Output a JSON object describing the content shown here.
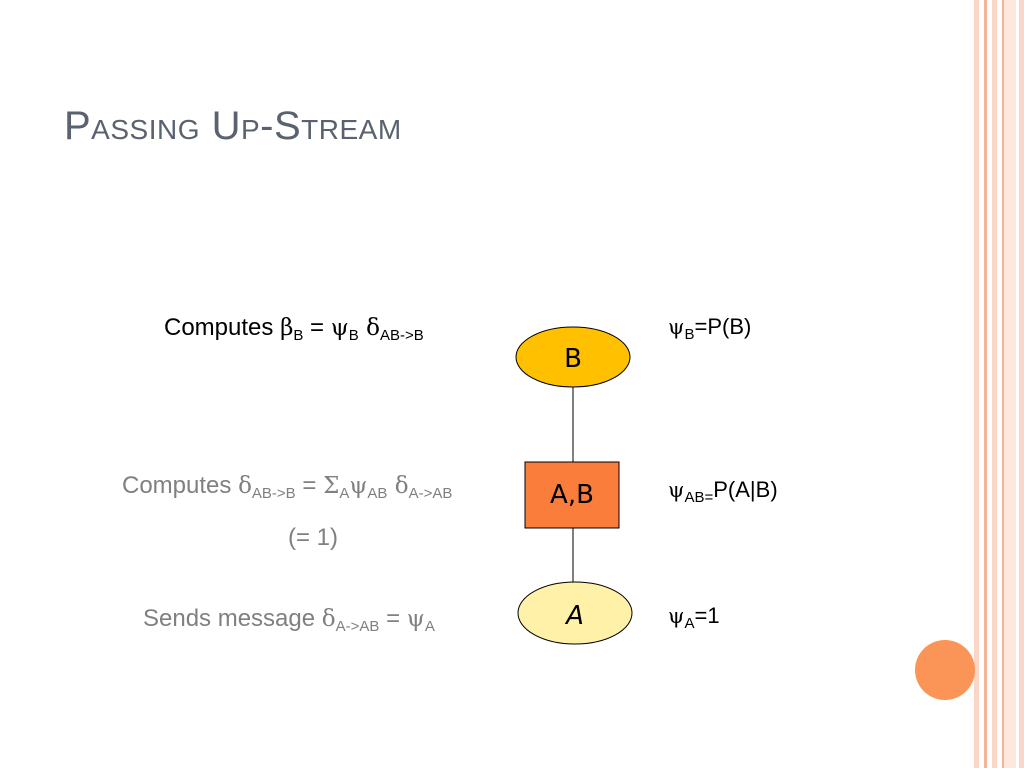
{
  "slide": {
    "title": "Passing Up-Stream"
  },
  "nodes": {
    "b": {
      "label": "B",
      "fill": "#ffc000"
    },
    "ab": {
      "label": "A,B",
      "fill": "#fb7d3c"
    },
    "a": {
      "label": "A",
      "fill": "#fff2a8"
    }
  },
  "left_text": {
    "compute_beta": {
      "prefix": "Computes ",
      "beta": "β",
      "beta_sub": "B",
      "eq": " = ",
      "psi": "ψ",
      "psi_sub": "B",
      "delta": " δ",
      "delta_sub": "AB->B"
    },
    "compute_delta": {
      "prefix": "Computes ",
      "delta": "δ",
      "delta_sub": "AB->B",
      "eq": " = ",
      "sigma": "Σ",
      "sigma_sub": "A",
      "psi": "ψ",
      "psi_sub": "AB",
      "delta2": " δ",
      "delta2_sub": "A->AB",
      "note": "(= 1)"
    },
    "send_message": {
      "prefix": "Sends message ",
      "delta": "δ",
      "delta_sub": "A->AB",
      "eq": " = ",
      "psi": "ψ",
      "psi_sub": "A"
    }
  },
  "right_text": {
    "psi_b": {
      "psi": "ψ",
      "sub": "B",
      "rest": "=P(B)"
    },
    "psi_ab": {
      "psi": "ψ",
      "sub": "AB=",
      "rest": "P(A|B)"
    },
    "psi_a": {
      "psi": "ψ",
      "sub": "A",
      "rest": "=1"
    }
  },
  "colors": {
    "accent_circle": "#fb9457",
    "stripe": "#f7b39a",
    "title": "#5a6270",
    "muted_text": "#808080"
  }
}
